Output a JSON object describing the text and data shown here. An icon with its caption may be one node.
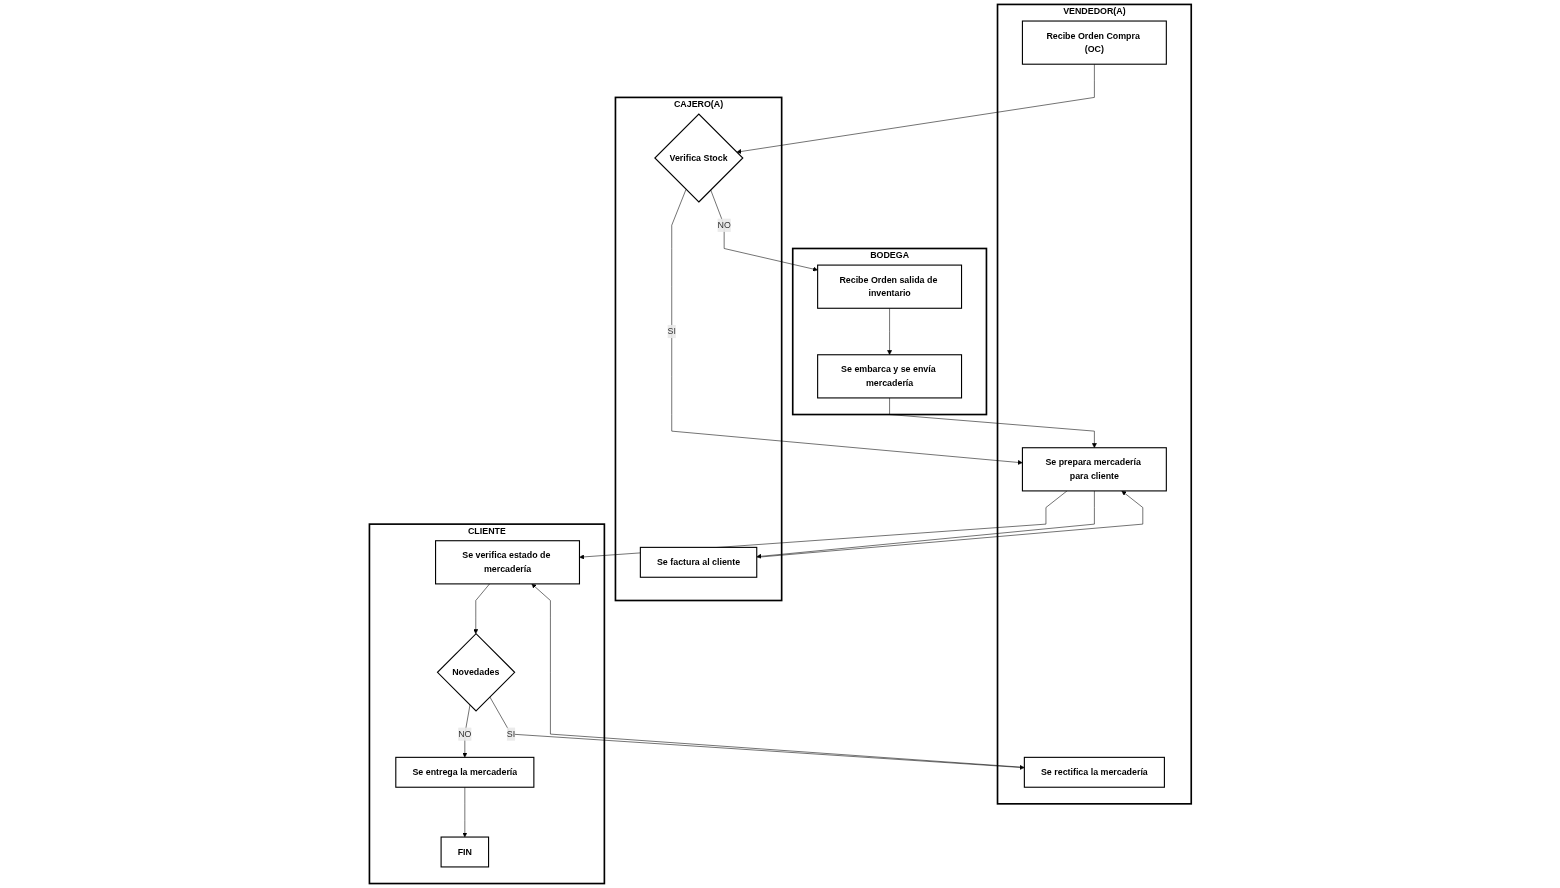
{
  "diagram": {
    "nodes": [
      {
        "text": [
          "VENDEDOR(A)"
        ]
      },
      {
        "text": [
          "Recibe Orden Compra (OC)"
        ],
        "in": 0
      },
      {
        "text": [
          "Se prepara mercadería para cliente"
        ],
        "in": 0
      },
      {
        "text": [
          "Se rectifica la mercadería"
        ],
        "in": 0
      },
      {
        "text": [
          "CAJERO(A)"
        ]
      },
      {
        "text": [
          "Verifica Stock"
        ],
        "in": 4
      },
      {
        "text": [
          "Se factura al cliente"
        ],
        "in": 4
      },
      {
        "text": [
          "BODEGA"
        ]
      },
      {
        "text": [
          "Recibe Orden salida de inventario"
        ],
        "in": 7
      },
      {
        "text": [
          "Se embarca y se envía mercadería"
        ],
        "in": 7
      },
      {
        "text": [
          "CLIENTE"
        ]
      },
      {
        "text": [
          "Se verifica estado de mercadería"
        ],
        "in": 10
      },
      {
        "text": [
          "Novedades"
        ],
        "in": 10
      },
      {
        "text": [
          "Se entrega la mercadería"
        ],
        "in": 10
      },
      {
        "text": [
          "FIN"
        ],
        "in": 10
      }
    ],
    "edges": [
      {
        "from": 1,
        "to": 5,
        "arrow": "to"
      },
      {
        "from": 5,
        "to": 8,
        "label": "NO",
        "arrow": "to"
      },
      {
        "from": 5,
        "to": 2,
        "label": "SI",
        "arrow": "to"
      },
      {
        "from": 8,
        "to": 9,
        "arrow": "to"
      },
      {
        "from": 9,
        "to": 2,
        "arrow": "to"
      },
      {
        "from": 2,
        "to": 6,
        "arrow": "to"
      },
      {
        "from": 6,
        "to": 2,
        "arrow": "to"
      },
      {
        "from": 2,
        "to": 11,
        "arrow": "to"
      },
      {
        "from": 3,
        "to": 11,
        "arrow": "to"
      },
      {
        "from": 11,
        "to": 12,
        "arrow": "to"
      },
      {
        "from": 12,
        "to": 13,
        "label": "NO",
        "arrow": "to"
      },
      {
        "from": 12,
        "to": 3,
        "label": "SI",
        "arrow": "to"
      },
      {
        "from": 13,
        "to": 14,
        "arrow": "to"
      }
    ]
  }
}
